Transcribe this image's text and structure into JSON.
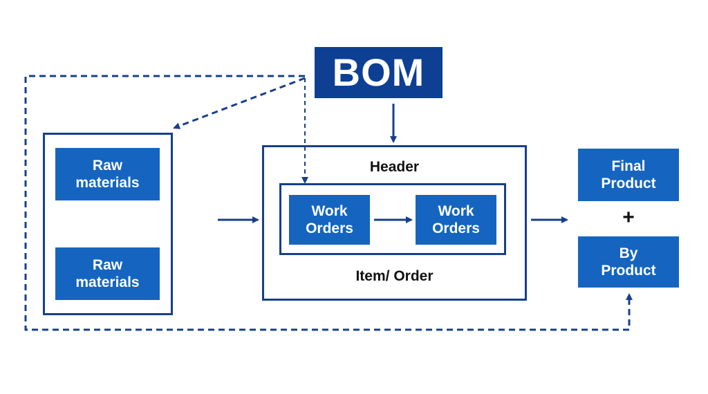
{
  "bom": {
    "title": "BOM"
  },
  "raw_materials": [
    {
      "label": "Raw materials"
    },
    {
      "label": "Raw materials"
    }
  ],
  "process": {
    "header": "Header",
    "footer": "Item/ Order",
    "work_orders": [
      {
        "label": "Work Orders"
      },
      {
        "label": "Work Orders"
      }
    ]
  },
  "outputs": {
    "final_product": "Final Product",
    "plus": "+",
    "by_product": "By Product"
  },
  "colors": {
    "primary": "#1565c0",
    "navy": "#0d3f93",
    "line": "#173f8a"
  }
}
